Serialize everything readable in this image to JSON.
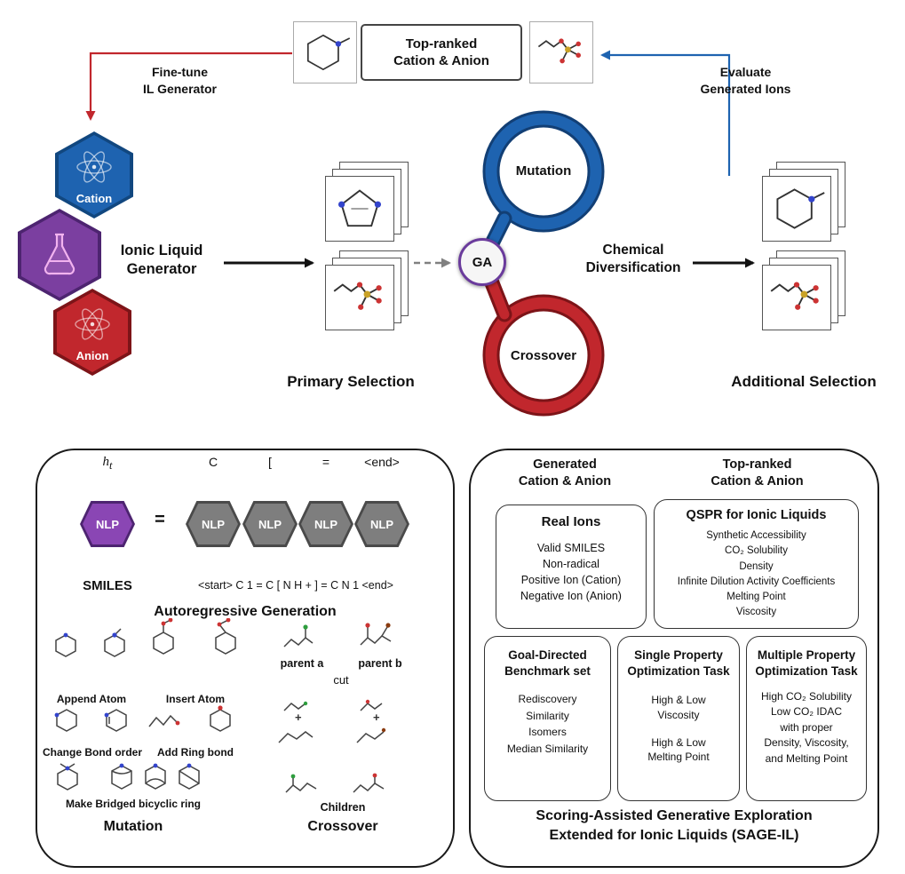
{
  "colors": {
    "blue": "#1e63b0",
    "red": "#c1272d",
    "purple": "#7b3fa0",
    "gray": "#7d7d7d"
  },
  "top": {
    "top_ranked_label": "Top-ranked\nCation & Anion",
    "fine_tune_label": "Fine-tune\nIL Generator",
    "evaluate_label": "Evaluate\nGenerated Ions",
    "cation_label": "Cation",
    "anion_label": "Anion",
    "generator_title": "Ionic Liquid\nGenerator",
    "primary_selection_label": "Primary Selection",
    "ga_label": "GA",
    "mutation_label": "Mutation",
    "crossover_label": "Crossover",
    "chem_div_label": "Chemical\nDiversification",
    "additional_selection_label": "Additional Selection"
  },
  "auto": {
    "ht_h": "h",
    "ht_sub": "t",
    "tokens": [
      "C",
      "[",
      "=",
      "<end>"
    ],
    "nlp_label": "NLP",
    "equals": "=",
    "smiles_label": "SMILES",
    "sequence": "<start> C 1 = C [ N H + ] = C N 1 <end>",
    "caption": "Autoregressive Generation"
  },
  "mutation": {
    "append_atom": "Append Atom",
    "insert_atom": "Insert Atom",
    "change_bond": "Change Bond order",
    "add_ring": "Add Ring bond",
    "bridged": "Make Bridged bicyclic ring",
    "caption": "Mutation"
  },
  "crossover": {
    "parent_a": "parent a",
    "parent_b": "parent b",
    "cut": "cut",
    "plus": "+",
    "children": "Children",
    "caption": "Crossover"
  },
  "sage": {
    "generated_label": "Generated\nCation & Anion",
    "top_ranked_label": "Top-ranked\nCation & Anion",
    "real_ions_title": "Real Ions",
    "real_ions_items": [
      "Valid SMILES",
      "Non-radical",
      "Positive Ion (Cation)",
      "Negative Ion (Anion)"
    ],
    "qspr_title": "QSPR for Ionic Liquids",
    "qspr_items": [
      "Synthetic Accessibility",
      "CO₂ Solubility",
      "Density",
      "Infinite Dilution Activity Coefficients",
      "Melting Point",
      "Viscosity"
    ],
    "goal_title": "Goal-Directed\nBenchmark set",
    "goal_items": [
      "Rediscovery",
      "Similarity",
      "Isomers",
      "Median Similarity"
    ],
    "single_title": "Single Property\nOptimization Task",
    "single_items": [
      "High & Low\nViscosity",
      "High & Low\nMelting Point"
    ],
    "multiple_title": "Multiple Property\nOptimization Task",
    "multiple_items": [
      "High CO₂ Solubility",
      "Low CO₂ IDAC",
      "with proper",
      "Density, Viscosity,",
      "and Melting Point"
    ],
    "caption": "Scoring-Assisted Generative Exploration\nExtended for Ionic Liquids (SAGE-IL)"
  }
}
